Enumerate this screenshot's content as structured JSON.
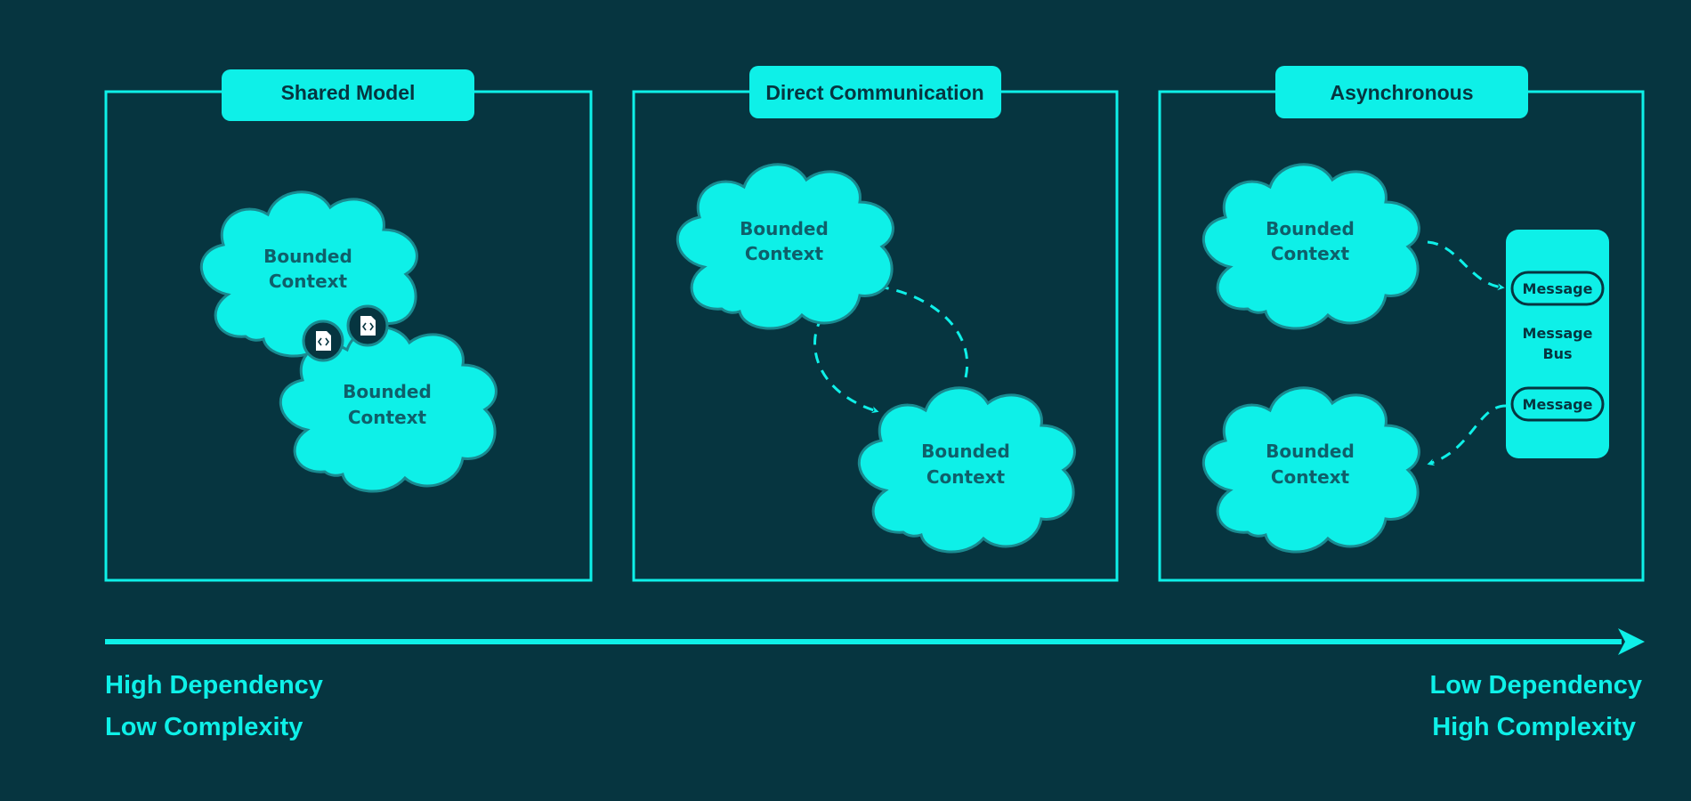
{
  "colors": {
    "background": "#063540",
    "accent": "#0ef0e8",
    "cloud_fill": "#0ef0e8",
    "cloud_stroke": "#1a8a90",
    "cloud_text": "#0f5f6a"
  },
  "panels": [
    {
      "title": "Shared Model",
      "clouds": [
        {
          "line1": "Bounded",
          "line2": "Context"
        },
        {
          "line1": "Bounded",
          "line2": "Context"
        }
      ],
      "icons": [
        "code-file-icon",
        "code-file-icon"
      ]
    },
    {
      "title": "Direct Communication",
      "clouds": [
        {
          "line1": "Bounded",
          "line2": "Context"
        },
        {
          "line1": "Bounded",
          "line2": "Context"
        }
      ]
    },
    {
      "title": "Asynchronous",
      "clouds": [
        {
          "line1": "Bounded",
          "line2": "Context"
        },
        {
          "line1": "Bounded",
          "line2": "Context"
        }
      ],
      "bus": {
        "label_line1": "Message",
        "label_line2": "Bus",
        "message_top": "Message",
        "message_bottom": "Message"
      }
    }
  ],
  "axis": {
    "left_line1": "High Dependency",
    "left_line2": "Low Complexity",
    "right_line1": "Low Dependency",
    "right_line2": "High Complexity"
  }
}
